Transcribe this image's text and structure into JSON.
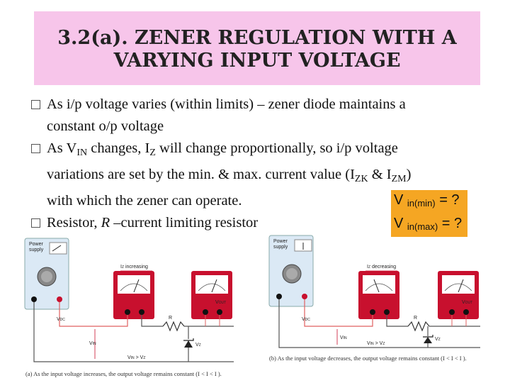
{
  "slide": {
    "title_line1": "3.2(a). ZENER REGULATION WITH A",
    "title_line2": "VARYING INPUT VOLTAGE",
    "bullet1_l1": "As i/p voltage varies (within limits) – zener diode maintains a",
    "bullet1_l2": "constant o/p voltage",
    "bullet2_a": "As V",
    "bullet2_sub1": "IN",
    "bullet2_b": " changes, I",
    "bullet2_sub2": "Z",
    "bullet2_c": " will change proportionally, so i/p voltage",
    "bullet2_l2a": "variations are set by the min. & max. current value (I",
    "bullet2_sub3": "ZK",
    "bullet2_l2b": " & I",
    "bullet2_sub4": "ZM",
    "bullet2_l2c": ")",
    "bullet2_l3": "with which the zener can operate.",
    "bullet3_a": "Resistor, ",
    "bullet3_r": "R",
    "bullet3_b": " –current limiting resistor",
    "eq1_v": "V ",
    "eq1_sub": "in(min)",
    "eq1_rest": " = ?",
    "eq2_v": "V ",
    "eq2_sub": "in(max)",
    "eq2_rest": " = ?"
  },
  "figure_a": {
    "supply_label_1": "Power",
    "supply_label_2": "supply",
    "iz_label": "I",
    "iz_sub": "Z",
    "iz_text": " increasing",
    "vdc": "V",
    "vdc_sub": "DC",
    "vout": "V",
    "vout_sub": "OUT",
    "r_label": "R",
    "vin": "V",
    "vin_sub": "IN",
    "vz": "V",
    "vz_sub": "Z",
    "cond": "V",
    "cond_sub": "IN",
    "cond_rest": " > V",
    "cond_sub2": "Z",
    "caption": "(a) As the input voltage increases, the output voltage remains constant (I  < I  < I  )."
  },
  "figure_b": {
    "supply_label_1": "Power",
    "supply_label_2": "supply",
    "iz_label": "I",
    "iz_sub": "Z",
    "iz_text": " decreasing",
    "vdc": "V",
    "vdc_sub": "DC",
    "vout": "V",
    "vout_sub": "OUT",
    "r_label": "R",
    "vin": "V",
    "vin_sub": "IN",
    "vz": "V",
    "vz_sub": "Z",
    "cond": "V",
    "cond_sub": "IN",
    "cond_rest": " > V",
    "cond_sub2": "Z",
    "caption": "(b) As the input voltage decreases, the output voltage remains constant (I  < I  < I  )."
  },
  "colors": {
    "title_bg": "#f7c5ea",
    "eq_bg": "#f5a623",
    "meter_red": "#c8102e",
    "lead_red": "#e06060"
  }
}
